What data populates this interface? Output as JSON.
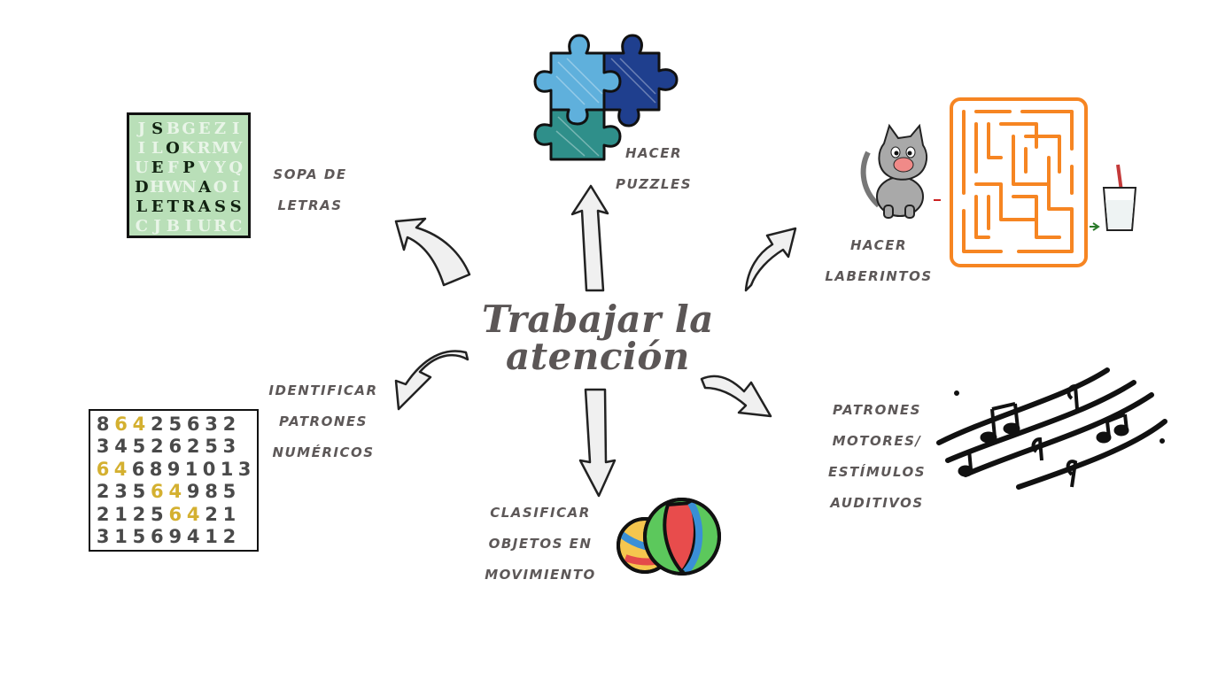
{
  "title": {
    "line1": "Trabajar la",
    "line2": "atención"
  },
  "nodes": {
    "sopa": {
      "lines": [
        "SOPA DE",
        "LETRAS"
      ]
    },
    "puzzles": {
      "lines": [
        "HACER",
        "PUZZLES"
      ]
    },
    "laberintos": {
      "lines": [
        "HACER",
        "LABERINTOS"
      ]
    },
    "patrones_numericos": {
      "lines": [
        "IDENTIFICAR",
        "PATRONES",
        "NUMÉRICOS"
      ]
    },
    "clasificar": {
      "lines": [
        "CLASIFICAR",
        "OBJETOS EN",
        "MOVIMIENTO"
      ]
    },
    "patrones_motores": {
      "lines": [
        "PATRONES",
        "MOTORES/",
        "ESTÍMULOS",
        "AUDITIVOS"
      ]
    }
  },
  "word_search": {
    "rows": [
      [
        "J",
        "S",
        "B",
        "G",
        "E",
        "Z",
        "I"
      ],
      [
        "I",
        "L",
        "O",
        "K",
        "R",
        "M",
        "V"
      ],
      [
        "U",
        "E",
        "F",
        "P",
        "V",
        "Y",
        "Q"
      ],
      [
        "D",
        "H",
        "W",
        "N",
        "A",
        "O",
        "I"
      ],
      [
        "L",
        "E",
        "T",
        "R",
        "A",
        "S",
        "S"
      ],
      [
        "C",
        "J",
        "B",
        "I",
        "U",
        "R",
        "C"
      ]
    ],
    "highlight": [
      [
        0,
        1
      ],
      [
        1,
        2
      ],
      [
        2,
        1
      ],
      [
        2,
        3
      ],
      [
        3,
        0
      ],
      [
        3,
        4
      ],
      [
        4,
        0
      ],
      [
        4,
        1
      ],
      [
        4,
        2
      ],
      [
        4,
        3
      ],
      [
        4,
        4
      ],
      [
        4,
        5
      ],
      [
        4,
        6
      ]
    ]
  },
  "number_grid": {
    "rows": [
      [
        "8",
        "6",
        "4",
        "2",
        "5",
        "6",
        "3",
        "2"
      ],
      [
        "3",
        "4",
        "5",
        "2",
        "6",
        "2",
        "5",
        "3"
      ],
      [
        "6",
        "4",
        "6",
        "8",
        "9",
        "1",
        "0",
        "1",
        "3"
      ],
      [
        "2",
        "3",
        "5",
        "6",
        "4",
        "9",
        "8",
        "5"
      ],
      [
        "2",
        "1",
        "2",
        "5",
        "6",
        "4",
        "2",
        "1"
      ],
      [
        "3",
        "1",
        "5",
        "6",
        "9",
        "4",
        "1",
        "2"
      ]
    ],
    "highlight": [
      [
        0,
        1
      ],
      [
        0,
        2
      ],
      [
        2,
        0
      ],
      [
        2,
        1
      ],
      [
        3,
        3
      ],
      [
        3,
        4
      ],
      [
        4,
        4
      ],
      [
        4,
        5
      ]
    ]
  },
  "colors": {
    "text": "#5d5858",
    "maze": "#f68522",
    "puzzle_light": "#5fb0dc",
    "puzzle_dark": "#1f3f8e",
    "puzzle_teal": "#2f8f8a",
    "word_search_bg": "#b9dfb8",
    "digit_highlight": "#d4b030"
  }
}
